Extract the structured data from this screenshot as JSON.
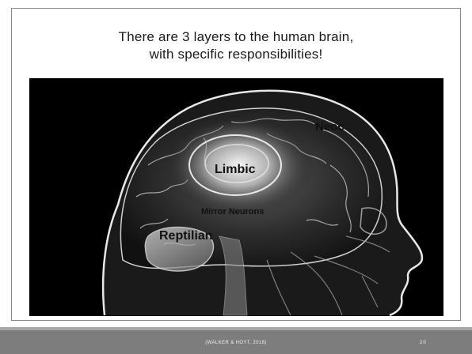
{
  "slide": {
    "title_line1": "There are 3 layers to the human brain,",
    "title_line2": "with specific responsibilities!"
  },
  "brain_labels": {
    "neocortex": "Neoc",
    "limbic": "Limbic",
    "mirror_neurons": "Mirror Neurons",
    "reptilian": "Reptilian"
  },
  "footer": {
    "citation": "(WALKER & HOYT, 2016)",
    "page_number": "20"
  }
}
